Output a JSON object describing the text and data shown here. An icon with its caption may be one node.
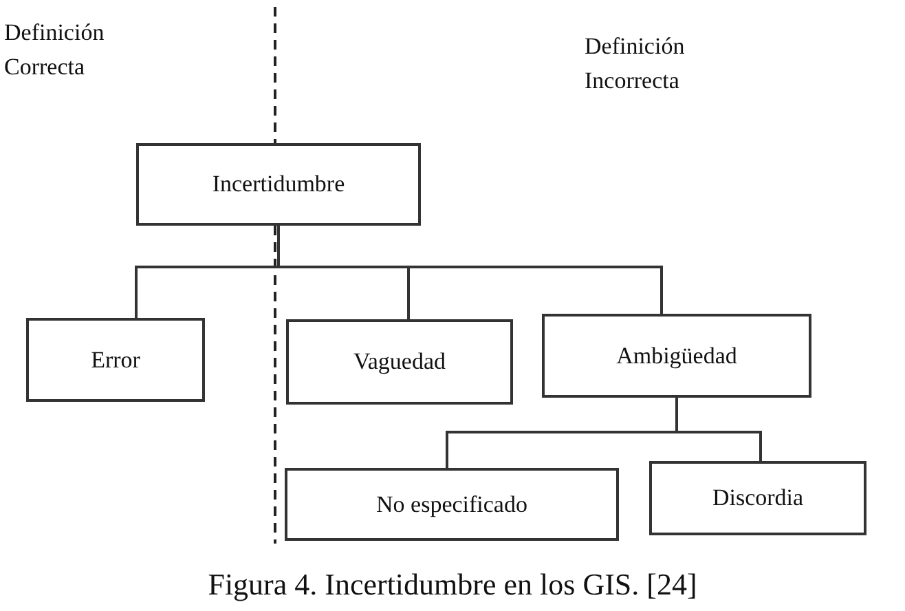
{
  "diagram": {
    "caption": "Figura 4. Incertidumbre en los GIS. [24]",
    "nodes": [
      {
        "text": [
          "Incertidumbre"
        ]
      },
      {
        "text": [
          "Error"
        ]
      },
      {
        "text": [
          "Vaguedad"
        ]
      },
      {
        "text": [
          "Ambigüedad"
        ]
      },
      {
        "text": [
          "No especificado"
        ]
      },
      {
        "text": [
          "Discordia"
        ]
      }
    ],
    "edges": [
      {
        "from": 0,
        "to": 1,
        "arrow": "none"
      },
      {
        "from": 0,
        "to": 2,
        "arrow": "none"
      },
      {
        "from": 0,
        "to": 3,
        "arrow": "none"
      },
      {
        "from": 3,
        "to": 4,
        "arrow": "none"
      },
      {
        "from": 3,
        "to": 5,
        "arrow": "none"
      }
    ],
    "labels": [
      "Definición Correcta",
      "Definición Incorrecta"
    ]
  }
}
